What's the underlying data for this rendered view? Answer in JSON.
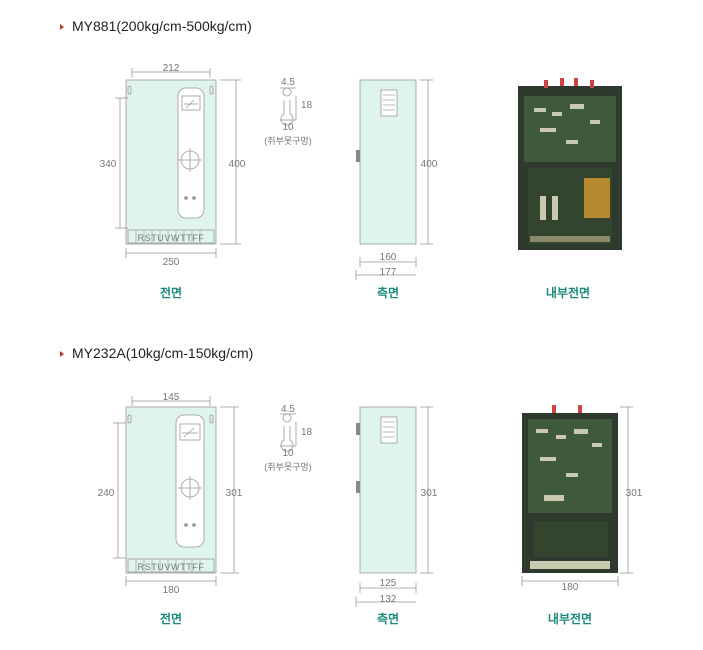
{
  "sections": [
    {
      "title": "MY881(200kg/cm-500kg/cm)",
      "front": {
        "w_top": "212",
        "h_left": "340",
        "h_right": "400",
        "w_bottom": "250",
        "terminals": "RSTUVWTTFF"
      },
      "hole": {
        "top": "4.5",
        "right": "18",
        "bottom": "10",
        "label": "(취부못구멍)"
      },
      "side": {
        "h": "400",
        "w_inner": "160",
        "w_outer": "177"
      },
      "interior": {
        "h": "",
        "w": ""
      },
      "captions": {
        "front": "전면",
        "side": "측면",
        "interior": "내부전면"
      }
    },
    {
      "title": "MY232A(10kg/cm-150kg/cm)",
      "front": {
        "w_top": "145",
        "h_left": "240",
        "h_right": "301",
        "w_bottom": "180",
        "terminals": "RSTUVWTTFF"
      },
      "hole": {
        "top": "4.5",
        "right": "18",
        "bottom": "10",
        "label": "(취부못구멍)"
      },
      "side": {
        "h": "301",
        "w_inner": "125",
        "w_outer": "132"
      },
      "interior": {
        "h": "301",
        "w": "180"
      },
      "captions": {
        "front": "전면",
        "side": "측면",
        "interior": "내부전면"
      }
    }
  ],
  "colors": {
    "panel": "#dff3ef",
    "accent": "#1a8a7a",
    "bullet": "#c0392b",
    "board": "#2e3a2e"
  }
}
